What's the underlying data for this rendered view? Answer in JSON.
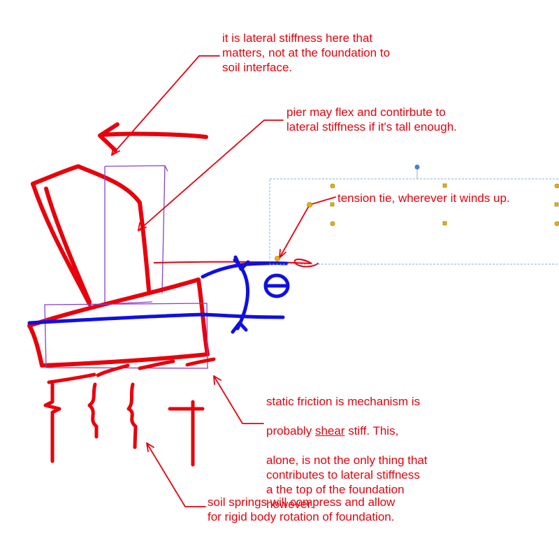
{
  "annotations": {
    "lateral_stiffness": "it is lateral stiffness here that\nmatters, not at the foundation to\nsoil interface.",
    "pier_flex": "pier may flex and contirbute to\nlateral stiffness if it's tall enough.",
    "tension_tie": "tension tie, wherever it winds up.",
    "static_friction": {
      "line1_prefix": "static friction is mechanism is",
      "line2_prefix": "probably ",
      "line2_underlined": "shear",
      "line2_suffix": " stiff.  This,",
      "rest": "alone, is not the only thing that\ncontributes to lateral stiffness\na the top of the foundation\nhowever."
    },
    "soil_springs": "soil springs will compress and allow\nfor rigid body rotation of foundation."
  },
  "colors": {
    "ink_red": "#e8000b",
    "ink_blue": "#1010e0",
    "outline_purple": "#8a3fd0",
    "selection_dashes": "#7fb0e0",
    "handle_fill": "#f0b000",
    "rotation_handle": "#4a7fd0"
  }
}
